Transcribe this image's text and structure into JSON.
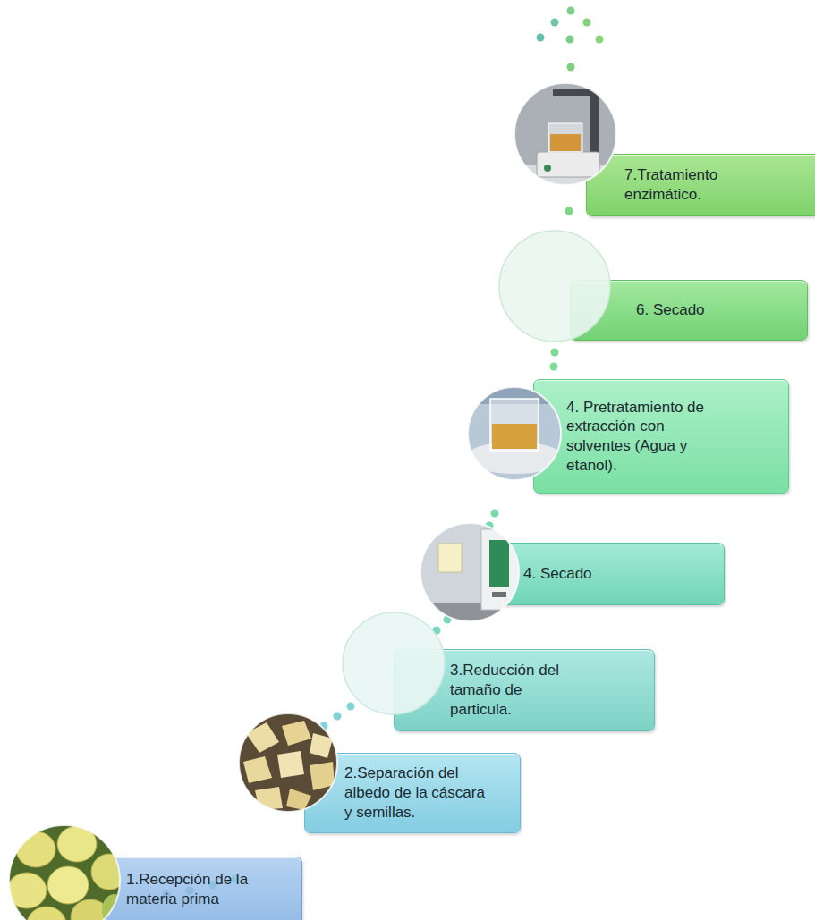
{
  "diagram": {
    "nodes": [
      {
        "text": [
          "1.Recepción de la materia prima"
        ]
      },
      {
        "text": [
          "2.Separación del albedo de la cáscara y semillas."
        ]
      },
      {
        "text": [
          "3.Reducción del tamaño de particula."
        ]
      },
      {
        "text": [
          "4. Secado"
        ]
      },
      {
        "text": [
          "4. Pretratamiento de extracción con solventes (Agua y etanol)."
        ]
      },
      {
        "text": [
          "6. Secado"
        ]
      },
      {
        "text": [
          "7.Tratamiento enzimático."
        ]
      }
    ]
  }
}
